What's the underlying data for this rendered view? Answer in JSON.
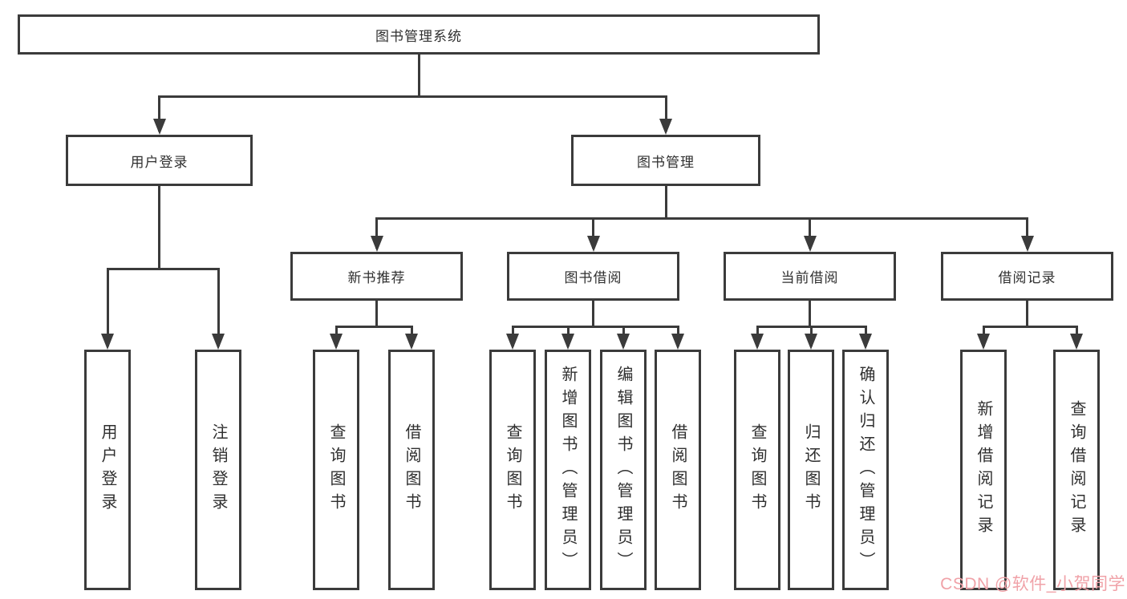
{
  "colors": {
    "line": "#3b3b3b",
    "text": "#2f2f2f",
    "background": "#ffffff",
    "box_fill": "#ffffff"
  },
  "watermark": {
    "text": "CSDN @软件_小贺同学",
    "color": "#f0a2a8"
  },
  "tree": {
    "id": "library-management-system",
    "label": "图书管理系统",
    "children": [
      {
        "id": "user-login-group",
        "label": "用户登录",
        "children": [
          {
            "id": "user-login",
            "label": "用户登录"
          },
          {
            "id": "logout-login",
            "label": "注销登录"
          }
        ]
      },
      {
        "id": "book-management",
        "label": "图书管理",
        "children": [
          {
            "id": "new-book-recommendation",
            "label": "新书推荐",
            "children": [
              {
                "id": "nb-query-books",
                "label": "查询图书"
              },
              {
                "id": "nb-borrow-books",
                "label": "借阅图书"
              }
            ]
          },
          {
            "id": "book-borrowing",
            "label": "图书借阅",
            "children": [
              {
                "id": "bb-query-books",
                "label": "查询图书"
              },
              {
                "id": "bb-add-books",
                "label": "新增图书（管理员）"
              },
              {
                "id": "bb-edit-books",
                "label": "编辑图书（管理员）"
              },
              {
                "id": "bb-borrow-books",
                "label": "借阅图书"
              }
            ]
          },
          {
            "id": "current-borrowing",
            "label": "当前借阅",
            "children": [
              {
                "id": "cb-query-books",
                "label": "查询图书"
              },
              {
                "id": "cb-return-books",
                "label": "归还图书"
              },
              {
                "id": "cb-confirm-return",
                "label": "确认归还（管理员）"
              }
            ]
          },
          {
            "id": "borrowing-records",
            "label": "借阅记录",
            "children": [
              {
                "id": "br-add-record",
                "label": "新增借阅记录"
              },
              {
                "id": "br-query-record",
                "label": "查询借阅记录"
              }
            ]
          }
        ]
      }
    ]
  }
}
